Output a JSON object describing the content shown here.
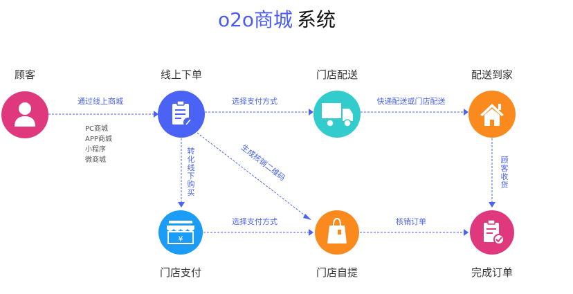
{
  "title": {
    "brand": "o2o商城",
    "rest": "系统"
  },
  "colors": {
    "accent": "#4a5cf0",
    "pink": "#e0387c",
    "blue": "#4a63f5",
    "teal": "#33cccc",
    "orange": "#fa8a1e",
    "sky": "#1a9cf7"
  },
  "nodes": {
    "customer": {
      "label": "顾客",
      "icon": "user-icon"
    },
    "online_order": {
      "label": "线上下单",
      "icon": "clipboard-edit-icon"
    },
    "store_delivery": {
      "label": "门店配送",
      "icon": "truck-icon"
    },
    "home_delivery": {
      "label": "配送到家",
      "icon": "house-icon"
    },
    "store_pay": {
      "label": "门店支付",
      "icon": "storefront-yen-icon"
    },
    "store_pickup": {
      "label": "门店自提",
      "icon": "shopping-bag-icon"
    },
    "order_complete": {
      "label": "完成订单",
      "icon": "clipboard-check-icon"
    }
  },
  "edges": {
    "via_online_mall": "通过线上商城",
    "channels": [
      "PC商城",
      "APP商城",
      "小程序",
      "微商城"
    ],
    "choose_payment_top": "选择支付方式",
    "express_or_store": "快递配送或门店配送",
    "convert_offline": [
      "转",
      "化",
      "线",
      "下",
      "购",
      "买"
    ],
    "generate_qr": "生成核销二维码",
    "customer_receive": [
      "顾",
      "客",
      "收",
      "货"
    ],
    "choose_payment_bottom": "选择支付方式",
    "verify_order": "核销订单"
  }
}
